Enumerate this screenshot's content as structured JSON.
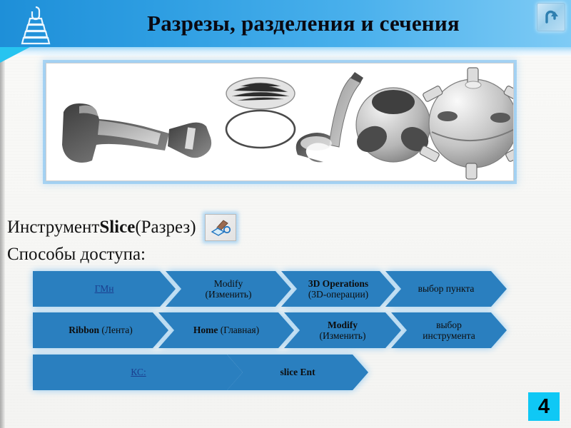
{
  "header": {
    "title": "Разрезы, разделения и сечения",
    "brand_icon": "stacked-cone-icon",
    "return_icon": "u-turn-arrow-icon",
    "bg_gradient_from": "#1e8fd8",
    "bg_gradient_to": "#7fcbf5",
    "accent_cyan": "#27c4f0"
  },
  "figure": {
    "caption_alt": "Чёрно-белая иллюстрация: рассечённые детали, эллипсы, сферы с отверстиями"
  },
  "body": {
    "line1_prefix": "Инструмент ",
    "line1_bold": "Slice",
    "line1_suffix": " (Разрез)",
    "line1_icon": "slice-tool-icon",
    "line2": "Способы доступа:"
  },
  "flow": {
    "rows": [
      {
        "id": "row-menu",
        "steps": [
          {
            "bold": "",
            "link": "ГМн",
            "plain": "",
            "second": ""
          },
          {
            "bold": "Modify",
            "link": "",
            "plain": "",
            "second": "(Изменить)"
          },
          {
            "bold": "3D Operations",
            "link": "",
            "plain": "",
            "second": "(3D-операции)"
          },
          {
            "bold": "",
            "link": "",
            "plain": "выбор пункта",
            "second": ""
          }
        ]
      },
      {
        "id": "row-ribbon",
        "steps": [
          {
            "bold": "Ribbon",
            "link": "",
            "plain": " (Лента)",
            "second": ""
          },
          {
            "bold": "Home",
            "link": "",
            "plain": " (Главная)",
            "second": ""
          },
          {
            "bold": "Modify",
            "link": "",
            "plain": "",
            "second": "(Изменить)"
          },
          {
            "bold": "",
            "link": "",
            "plain": "выбор",
            "second": "инструмента"
          }
        ]
      },
      {
        "id": "row-keyboard",
        "steps": [
          {
            "bold": "",
            "link": "КС:",
            "plain": "",
            "second": ""
          },
          {
            "bold": "slice Ent",
            "link": "",
            "plain": "",
            "second": ""
          }
        ]
      }
    ]
  },
  "footer": {
    "slide_number": "4",
    "slide_number_bg": "#0fc8f5"
  }
}
